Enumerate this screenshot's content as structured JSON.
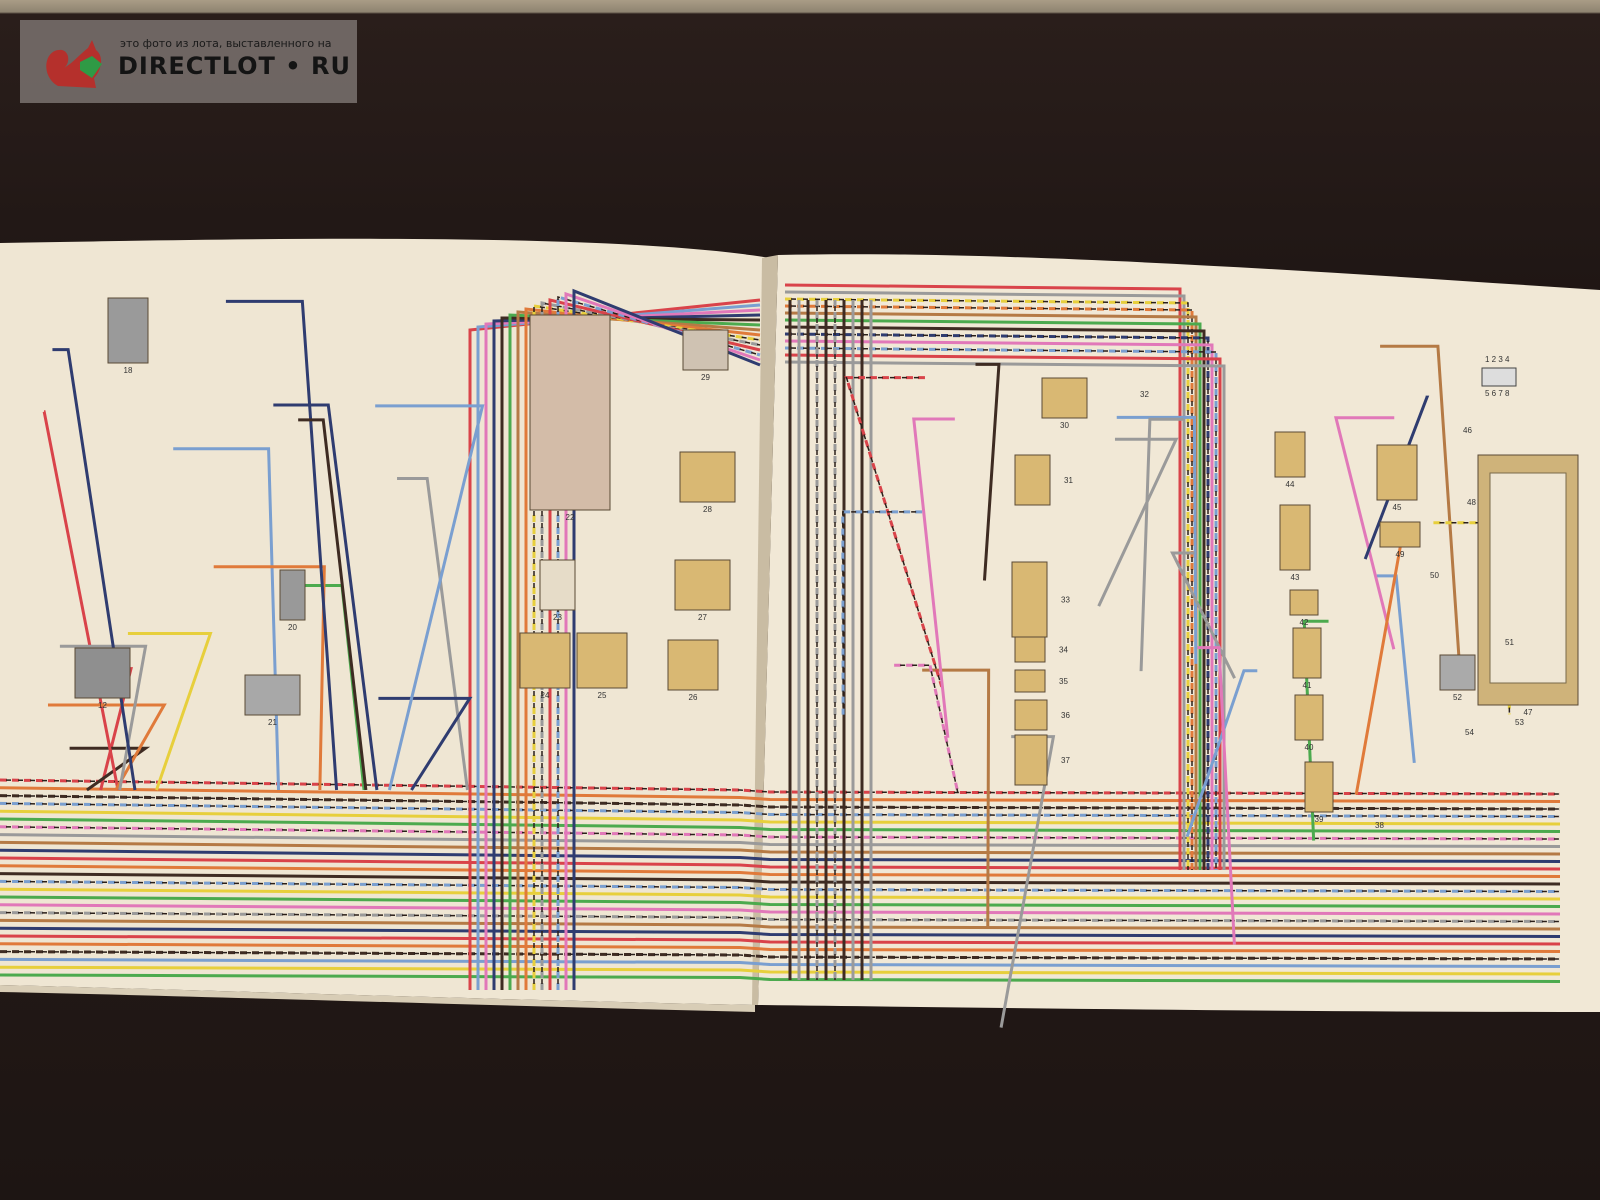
{
  "watermark": {
    "caption": "это фото из лота, выставленного на",
    "brand": "DIRECTLOT • RU"
  },
  "diagram": {
    "wire_colors": [
      "#d9434a",
      "#e07a3a",
      "#3e2b22",
      "#7a9fd0",
      "#e7cf3c",
      "#4caa4e",
      "#e178b9",
      "#9a9a9a",
      "#b57a45",
      "#2f3c70"
    ],
    "page_color": "#efe6d3",
    "relay_color": "#d9b873",
    "component_numbers": [
      "22",
      "23",
      "24",
      "25",
      "26",
      "27",
      "28",
      "29",
      "30",
      "31",
      "32",
      "33",
      "34",
      "35",
      "36",
      "37",
      "38",
      "39",
      "40",
      "41",
      "42",
      "43",
      "44",
      "45",
      "46",
      "47",
      "48",
      "49",
      "50",
      "51",
      "52",
      "53",
      "54",
      "12",
      "18",
      "20",
      "21"
    ],
    "connector_pin_labels": [
      "1 2 3 4",
      "5 6 7 8"
    ]
  }
}
